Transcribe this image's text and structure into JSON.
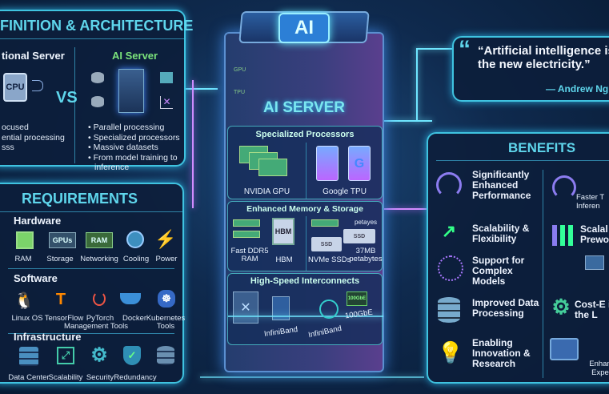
{
  "definition": {
    "title": "FINITION & ARCHITECTURE",
    "traditional": {
      "heading": "tional Server",
      "chip_label": "CPU",
      "bullets": [
        "ocused",
        "ential processing",
        "sss"
      ]
    },
    "vs_label": "VS",
    "ai": {
      "heading": "AI Server",
      "bullets": [
        "Parallel processing",
        "Specialized processors",
        "Massive datasets",
        "From model training to inference"
      ]
    }
  },
  "requirements": {
    "title": "REQUIREMENTS",
    "hardware": {
      "heading": "Hardware",
      "items": [
        {
          "label": "RAM",
          "icon": "chip-icon"
        },
        {
          "label": "Storage",
          "icon_text": "GPUs",
          "icon": "gpu-card-icon"
        },
        {
          "label": "Networking",
          "icon_text": "RAM",
          "icon": "ram-stick-icon"
        },
        {
          "label": "Cooling",
          "icon": "fan-icon"
        },
        {
          "label": "Power",
          "icon": "lightning-icon"
        }
      ]
    },
    "software": {
      "heading": "Software",
      "items": [
        {
          "label": "Linux OS",
          "icon": "penguin-icon"
        },
        {
          "label": "TensorFlow",
          "icon": "tensorflow-icon"
        },
        {
          "label": "PyTorch",
          "icon": "pytorch-icon"
        },
        {
          "label": "Docker",
          "icon": "whale-icon"
        },
        {
          "label": "Kubernetes",
          "icon": "helm-icon"
        }
      ],
      "extra_labels": [
        "Management Tools",
        "Tools"
      ]
    },
    "infrastructure": {
      "heading": "Infrastructure",
      "items": [
        {
          "label": "Data Center",
          "icon": "server-rack-icon"
        },
        {
          "label": "Scalability",
          "icon": "expand-icon"
        },
        {
          "label": "Security",
          "icon": "gear-icon"
        },
        {
          "label": "Redundancy",
          "icon": "shield-check-icon"
        },
        {
          "label": "",
          "icon": "database-icon"
        }
      ]
    }
  },
  "server": {
    "badge": "AI",
    "title": "AI SERVER",
    "side_labels": [
      "GPU",
      "TPU"
    ],
    "processors": {
      "heading": "Specialized Processors",
      "items": [
        "NVIDIA GPU",
        "Google TPU"
      ]
    },
    "memory": {
      "heading": "Enhanced Memory & Storage",
      "hbm_chip": "HBM",
      "ssd_chip": "SSD",
      "labels": [
        "Fast DDR5 RAM",
        "HBM",
        "NVMe SSDs",
        "37MB petabytes",
        "petayes"
      ]
    },
    "interconnects": {
      "heading": "High-Speed Interconnects",
      "labels": [
        "InfiniBand",
        "InfiniBand",
        "100GbE"
      ],
      "card_text": "100GbE"
    }
  },
  "quote": {
    "text": "“Artificial intelligence is the new electricity.”",
    "author": "— Andrew Ng"
  },
  "benefits": {
    "title": "BENEFITS",
    "left": [
      "Significantly Enhanced Performance",
      "Scalability & Flexibility",
      "Support for Complex Models",
      "Improved Data Processing",
      "Enabling Innovation & Research"
    ],
    "right": [
      "Faster T Inferen",
      "Scalal Prewo",
      "Cost-E in the L",
      "Enhan Expe"
    ]
  },
  "colors": {
    "accent": "#5fd6ec",
    "ai_green": "#7be37b",
    "background": "#0f2a4e"
  }
}
